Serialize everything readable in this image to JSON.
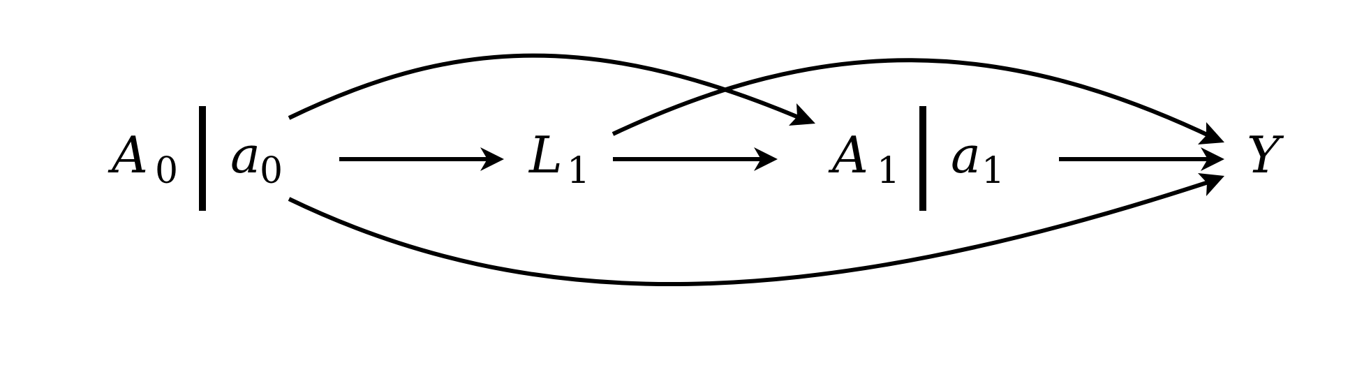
{
  "nodes": {
    "A0": {
      "base": "A",
      "sub": "0"
    },
    "a0": {
      "base": "a",
      "sub": "0"
    },
    "L1": {
      "base": "L",
      "sub": "1"
    },
    "A1": {
      "base": "A",
      "sub": "1"
    },
    "a1": {
      "base": "a",
      "sub": "1"
    },
    "Y": {
      "base": "Y",
      "sub": ""
    }
  },
  "edges": [
    {
      "from": "a0",
      "to": "L1",
      "shape": "straight"
    },
    {
      "from": "L1",
      "to": "A1",
      "shape": "straight"
    },
    {
      "from": "a1",
      "to": "Y",
      "shape": "straight"
    },
    {
      "from": "a0",
      "to": "A1",
      "shape": "curve-up"
    },
    {
      "from": "L1",
      "to": "Y",
      "shape": "curve-up"
    },
    {
      "from": "a0",
      "to": "Y",
      "shape": "curve-down"
    }
  ],
  "colors": {
    "ink": "#000000",
    "background": "#ffffff"
  }
}
